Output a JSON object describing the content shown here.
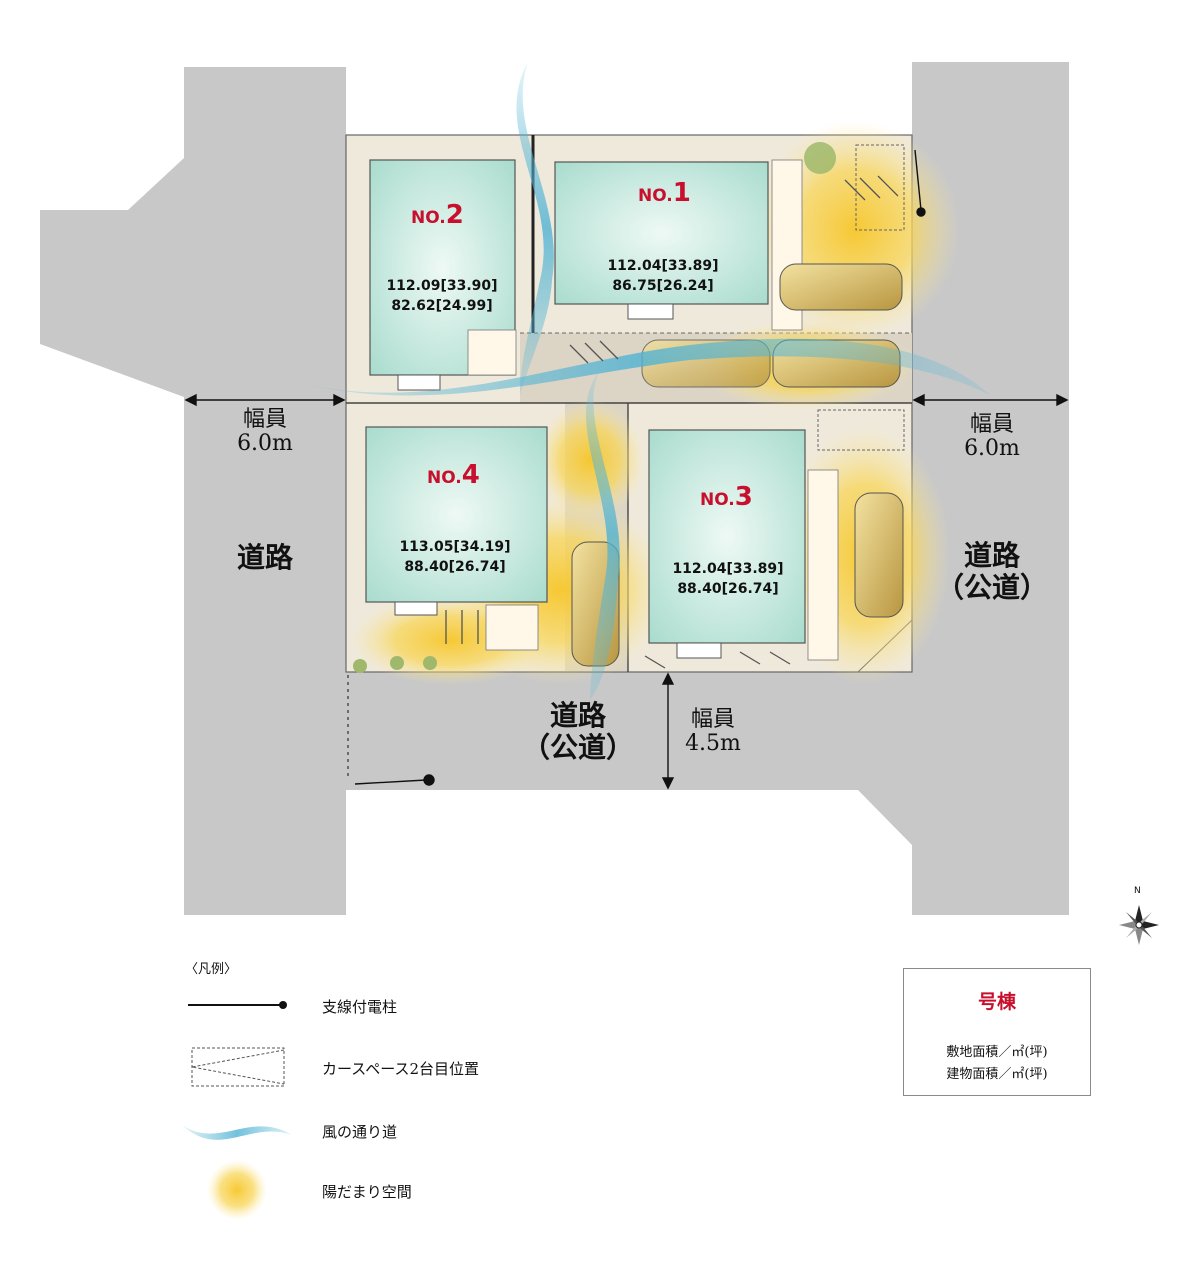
{
  "lots": [
    {
      "id": "1",
      "prefix": "NO.",
      "number": "1",
      "site_area": "112.04[33.89]",
      "building_area": "86.75[26.24]"
    },
    {
      "id": "2",
      "prefix": "NO.",
      "number": "2",
      "site_area": "112.09[33.90]",
      "building_area": "82.62[24.99]"
    },
    {
      "id": "3",
      "prefix": "NO.",
      "number": "3",
      "site_area": "112.04[33.89]",
      "building_area": "88.40[26.74]"
    },
    {
      "id": "4",
      "prefix": "NO.",
      "number": "4",
      "site_area": "113.05[34.19]",
      "building_area": "88.40[26.74]"
    }
  ],
  "roads": {
    "west": {
      "name": "道路",
      "width_label": "幅員",
      "width_value": "6.0m"
    },
    "east": {
      "name": "道路",
      "public": "（公道）",
      "width_label": "幅員",
      "width_value": "6.0m"
    },
    "south": {
      "name": "道路",
      "public": "（公道）",
      "width_label": "幅員",
      "width_value": "4.5m"
    }
  },
  "compass": {
    "north": "N"
  },
  "legend": {
    "title": "〈凡例〉",
    "items": [
      {
        "symbol": "utility-pole",
        "label": "支線付電柱"
      },
      {
        "symbol": "second-car-space",
        "label": "カースペース2台目位置"
      },
      {
        "symbol": "wind-path",
        "label": "風の通り道"
      },
      {
        "symbol": "sunny-space",
        "label": "陽だまり空間"
      }
    ]
  },
  "key": {
    "title": "号棟",
    "line1": "敷地面積／㎡(坪)",
    "line2": "建物面積／㎡(坪)"
  },
  "colors": {
    "road": "#c8c8c8",
    "building": "#bfe6da",
    "lot_number": "#c8102e",
    "wind": "#5cb8d6",
    "sun": "#f7cf3a",
    "ground": "#efe9dc"
  }
}
